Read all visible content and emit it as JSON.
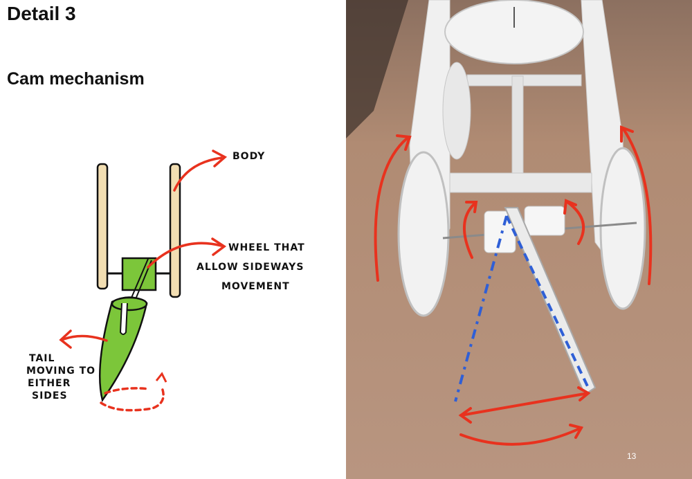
{
  "slide": {
    "title": "Detail 3",
    "subtitle": "Cam mechanism",
    "page_number": "13"
  },
  "sketch": {
    "labels": {
      "body": "BODY",
      "wheel_line1": "WHEEL  THAT",
      "wheel_line2": "ALLOW  SIDEWAYS",
      "wheel_line3": "MOVEMENT",
      "tail_line1": "TAIL",
      "tail_line2": "MOVING TO",
      "tail_line3": "EITHER",
      "tail_line4": "SIDES"
    }
  },
  "colors": {
    "arrow": "#e8321e",
    "tail_green": "#7cc63a",
    "rail_beige": "#f2deb2",
    "photo_floor": "#b58f77",
    "photo_model": "#ececec",
    "guide_line": "#2f5fd6"
  }
}
